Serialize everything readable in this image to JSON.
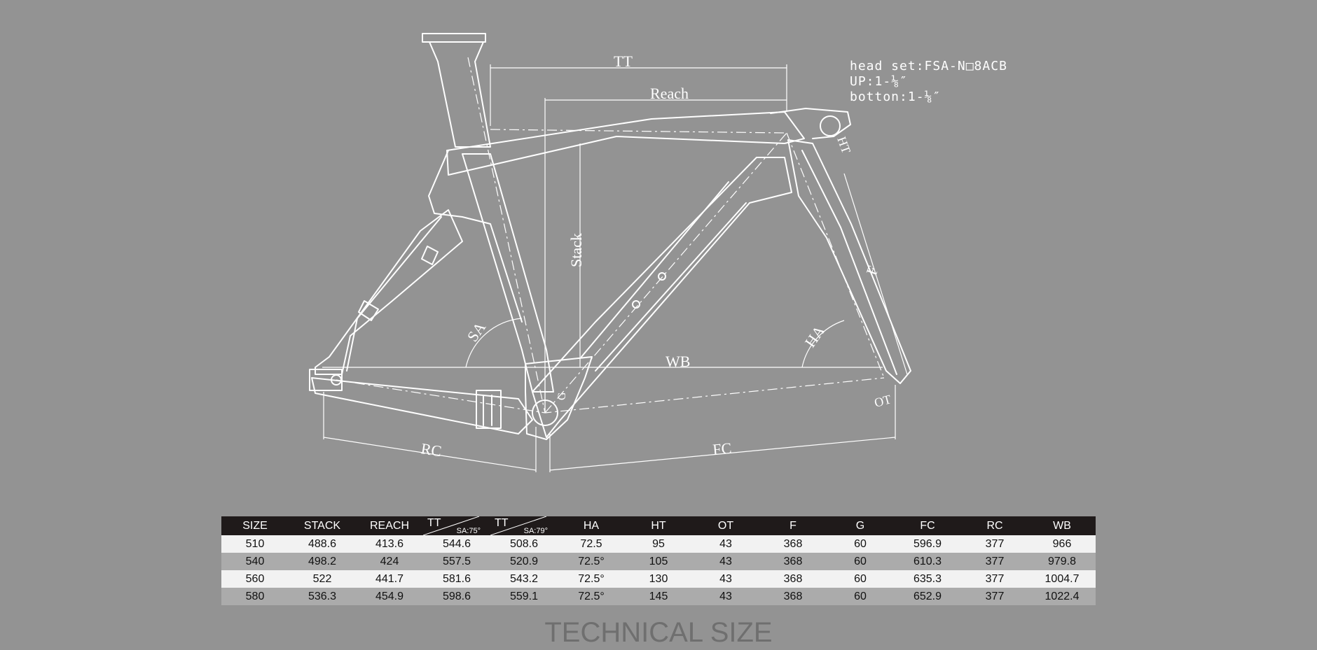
{
  "diagram": {
    "labels": {
      "tt": "TT",
      "reach": "Reach",
      "stack": "Stack",
      "sa": "SA",
      "ha": "HA",
      "wb": "WB",
      "rc": "RC",
      "fc": "FC",
      "f": "F",
      "g": "G",
      "ht": "HT",
      "ot": "OT"
    },
    "notes": [
      "head set:FSA-N□8ACB",
      "UP:1-⅛″",
      "botton:1-⅛″"
    ]
  },
  "table": {
    "headers": [
      {
        "label": "SIZE"
      },
      {
        "label": "STACK"
      },
      {
        "label": "REACH"
      },
      {
        "label": "TT",
        "sub": "SA:75°"
      },
      {
        "label": "TT",
        "sub": "SA:79°"
      },
      {
        "label": "HA"
      },
      {
        "label": "HT"
      },
      {
        "label": "OT"
      },
      {
        "label": "F"
      },
      {
        "label": "G"
      },
      {
        "label": "FC"
      },
      {
        "label": "RC"
      },
      {
        "label": "WB"
      }
    ],
    "rows": [
      [
        "510",
        "488.6",
        "413.6",
        "544.6",
        "508.6",
        "72.5",
        "95",
        "43",
        "368",
        "60",
        "596.9",
        "377",
        "966"
      ],
      [
        "540",
        "498.2",
        "424",
        "557.5",
        "520.9",
        "72.5°",
        "105",
        "43",
        "368",
        "60",
        "610.3",
        "377",
        "979.8"
      ],
      [
        "560",
        "522",
        "441.7",
        "581.6",
        "543.2",
        "72.5°",
        "130",
        "43",
        "368",
        "60",
        "635.3",
        "377",
        "1004.7"
      ],
      [
        "580",
        "536.3",
        "454.9",
        "598.6",
        "559.1",
        "72.5°",
        "145",
        "43",
        "368",
        "60",
        "652.9",
        "377",
        "1022.4"
      ]
    ]
  },
  "footer": {
    "title": "TECHNICAL SIZE"
  }
}
